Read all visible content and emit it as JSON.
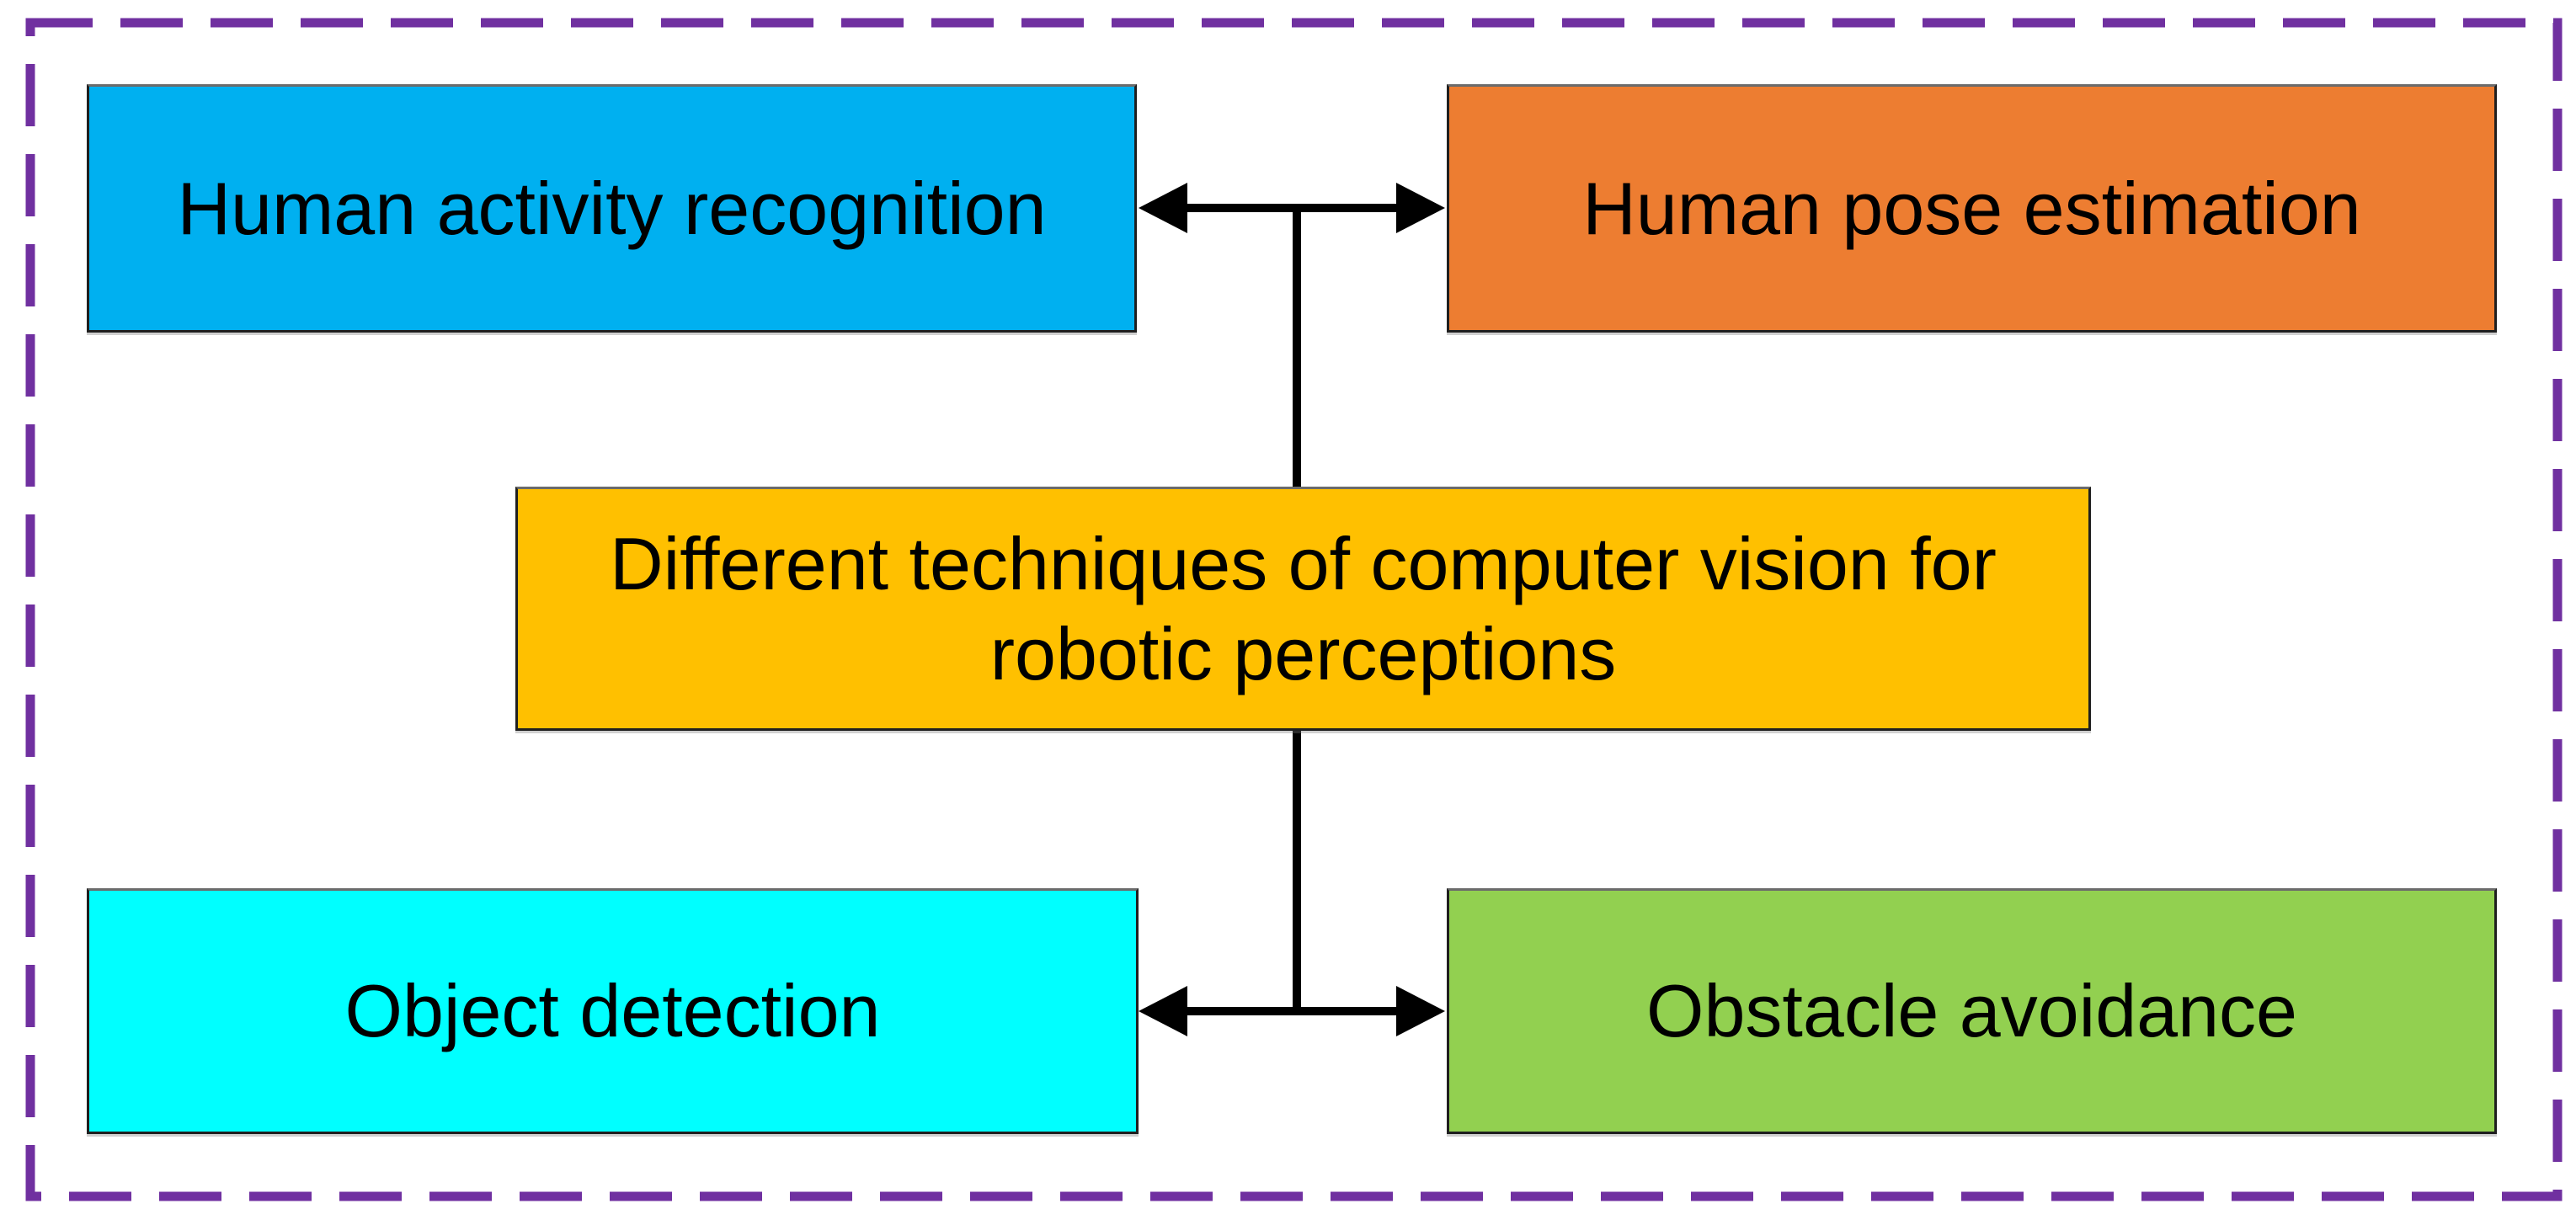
{
  "diagram": {
    "top_left_box": {
      "label": "Human activity recognition",
      "color": "#00B0F0"
    },
    "top_right_box": {
      "label": "Human pose estimation",
      "color": "#ED7D31"
    },
    "center_box": {
      "label": "Different techniques of computer vision for robotic perceptions",
      "label_lines": [
        "Different techniques of computer vision for",
        "robotic perceptions"
      ],
      "color": "#FFC000"
    },
    "bottom_left_box": {
      "label": "Object detection",
      "color": "#00FFFF"
    },
    "bottom_right_box": {
      "label": "Obstacle avoidance",
      "color": "#92D050"
    },
    "palette": {
      "dashed_border": "#7030A0",
      "connector": "#000000",
      "text": "#000000",
      "background": "#FFFFFF"
    }
  }
}
